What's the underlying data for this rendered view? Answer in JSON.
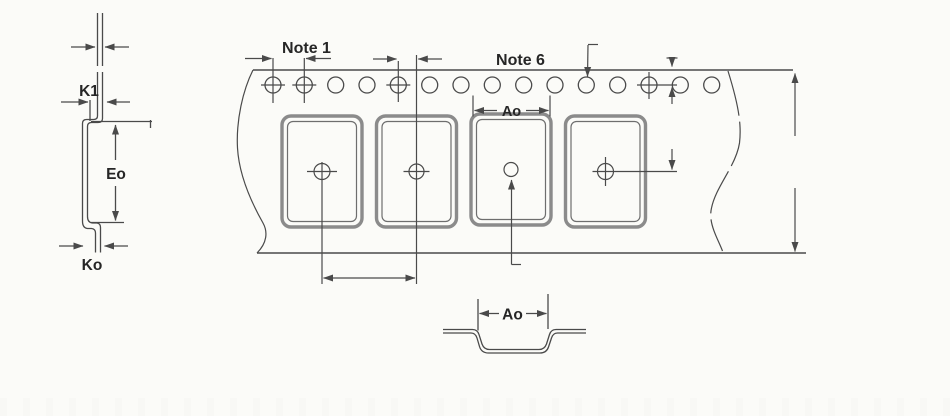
{
  "labels": {
    "note_1": "Note 1",
    "note_6": "Note 6",
    "k1": "K1",
    "eo": "Eo",
    "ko": "Ko",
    "ao_pocket": "Ao",
    "ao_section": "Ao"
  },
  "colors": {
    "line": "#4a4a4a",
    "pocket_outline": "#8b8b8b",
    "pocket_inner_line": "#6e6e6e",
    "paper": "#fbfbf8",
    "text": "#262626"
  }
}
